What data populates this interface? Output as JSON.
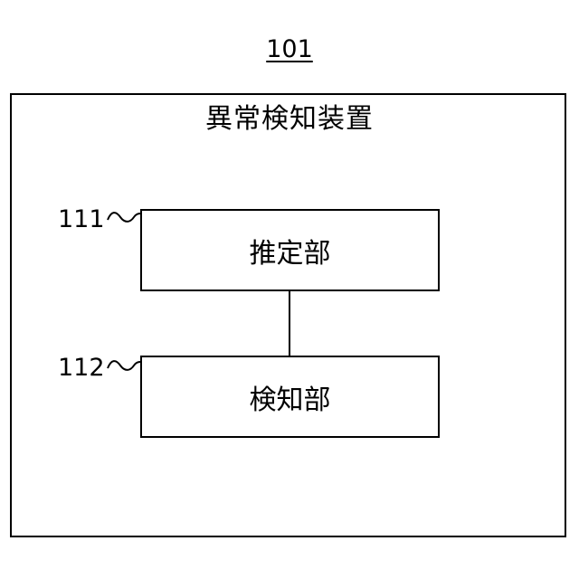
{
  "figure": {
    "number": "101",
    "device_title": "異常検知装置",
    "components": [
      {
        "ref": "111",
        "label": "推定部"
      },
      {
        "ref": "112",
        "label": "検知部"
      }
    ]
  }
}
